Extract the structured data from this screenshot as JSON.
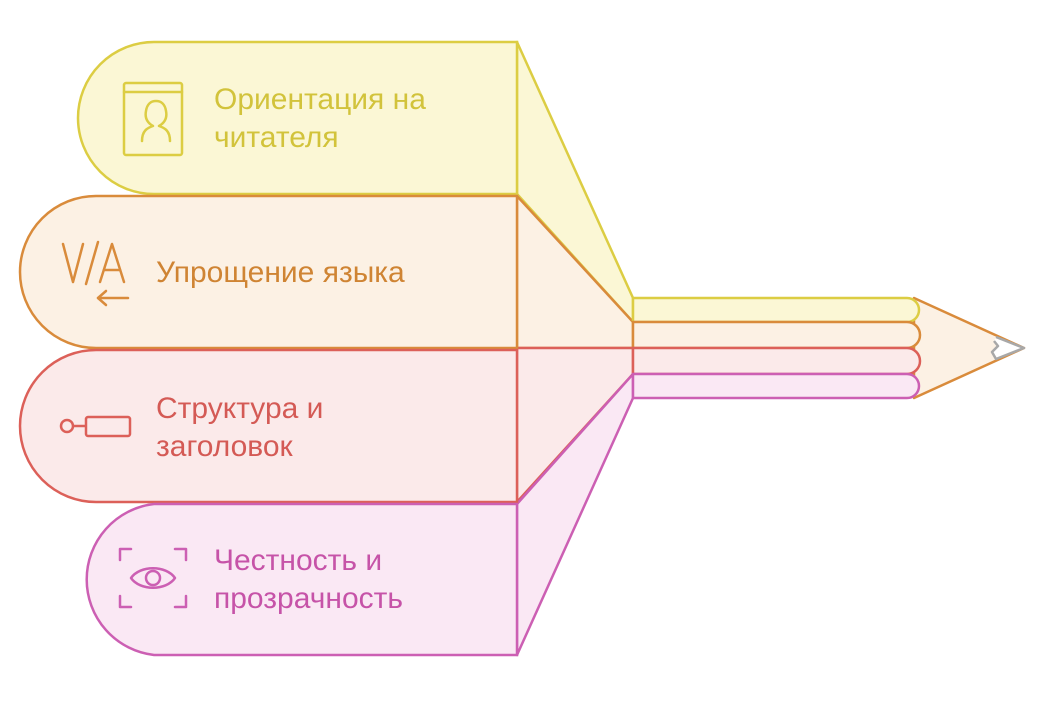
{
  "items": [
    {
      "line1": "Ориентация на",
      "line2": "читателя",
      "icon": "reader-profile-icon",
      "fill": "#fbf7d5",
      "stroke": "#dccd43",
      "text_color": "#d2c33b"
    },
    {
      "line1": "Упрощение языка",
      "line2": "",
      "icon": "text-simplify-icon",
      "fill": "#fcf1e4",
      "stroke": "#d98b3b",
      "text_color": "#cf8433"
    },
    {
      "line1": "Структура и",
      "line2": "заголовок",
      "icon": "structure-key-icon",
      "fill": "#fbeaea",
      "stroke": "#dc6059",
      "text_color": "#d45a55"
    },
    {
      "line1": "Честность и",
      "line2": "прозрачность",
      "icon": "eye-scan-icon",
      "fill": "#fae8f4",
      "stroke": "#cc5fb3",
      "text_color": "#c653a8"
    }
  ],
  "pencil": {
    "icon": "pencil-icon",
    "body_stroke": "#d98b3b",
    "tip_fill": "#fcf1e4",
    "lead_stroke": "#a8a8a8"
  }
}
